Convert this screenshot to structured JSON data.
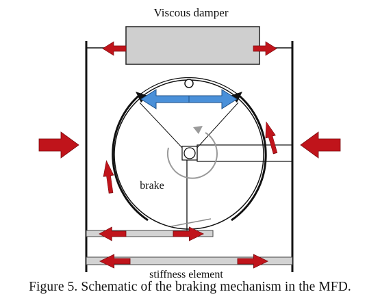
{
  "labels": {
    "damper": "Viscous damper",
    "brake": "brake",
    "stiffness": "stiffness element"
  },
  "caption": "Figure 5. Schematic of the braking mechanism in the MFD.",
  "colors": {
    "force_arrow": "#c0141b",
    "actuator_arrow": "#4a90d9",
    "damper_fill": "#cfcfcf",
    "bar_fill": "#d3d3d3",
    "line": "#111111"
  }
}
